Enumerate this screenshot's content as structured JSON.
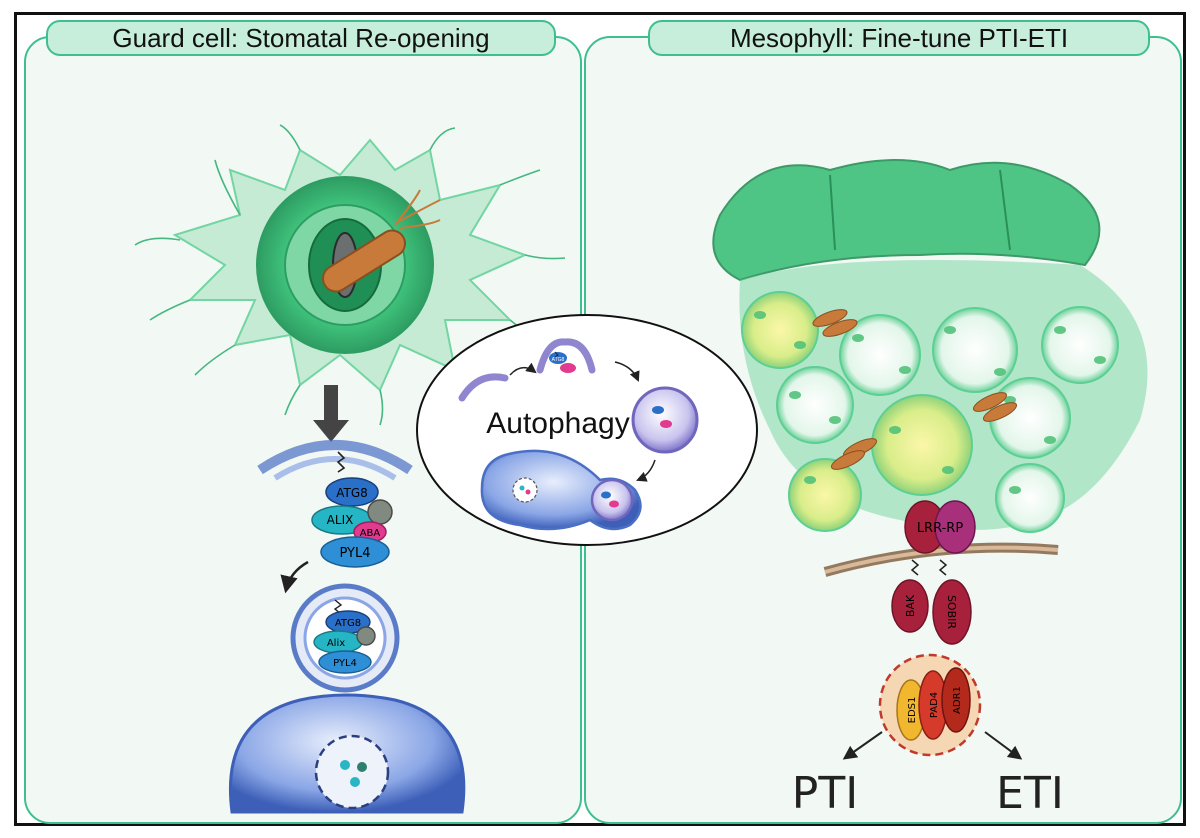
{
  "panels": {
    "left_title": "Guard cell: Stomatal Re-opening",
    "right_title": "Mesophyll: Fine-tune PTI-ETI"
  },
  "center": {
    "label": "Autophagy",
    "small_label": "ATG8"
  },
  "guard_cell": {
    "complex1": {
      "atg8": "ATG8",
      "alix": "ALIX",
      "aba": "ABA",
      "pyl4": "PYL4"
    },
    "complex2": {
      "atg8": "ATG8",
      "alix": "Alix",
      "pyl4": "PYL4"
    }
  },
  "mesophyll": {
    "receptor": "LRR-RP",
    "bak": "BAK",
    "sobir": "SOBIR",
    "eds1": "EDS1",
    "pad4": "PAD4",
    "adr1": "ADR1",
    "outputs": [
      "PTI",
      "ETI"
    ]
  },
  "colors": {
    "frame": "#111111",
    "panel_border": "#3fbf8f",
    "title_fill": "#c6eedb",
    "leaf_green": "#3ec07a",
    "bacteria": "#c77a3a",
    "vesicle_blue": "#4a6fc4",
    "receptor_red": "#a8213c",
    "eds_orange": "#e58a2c"
  }
}
